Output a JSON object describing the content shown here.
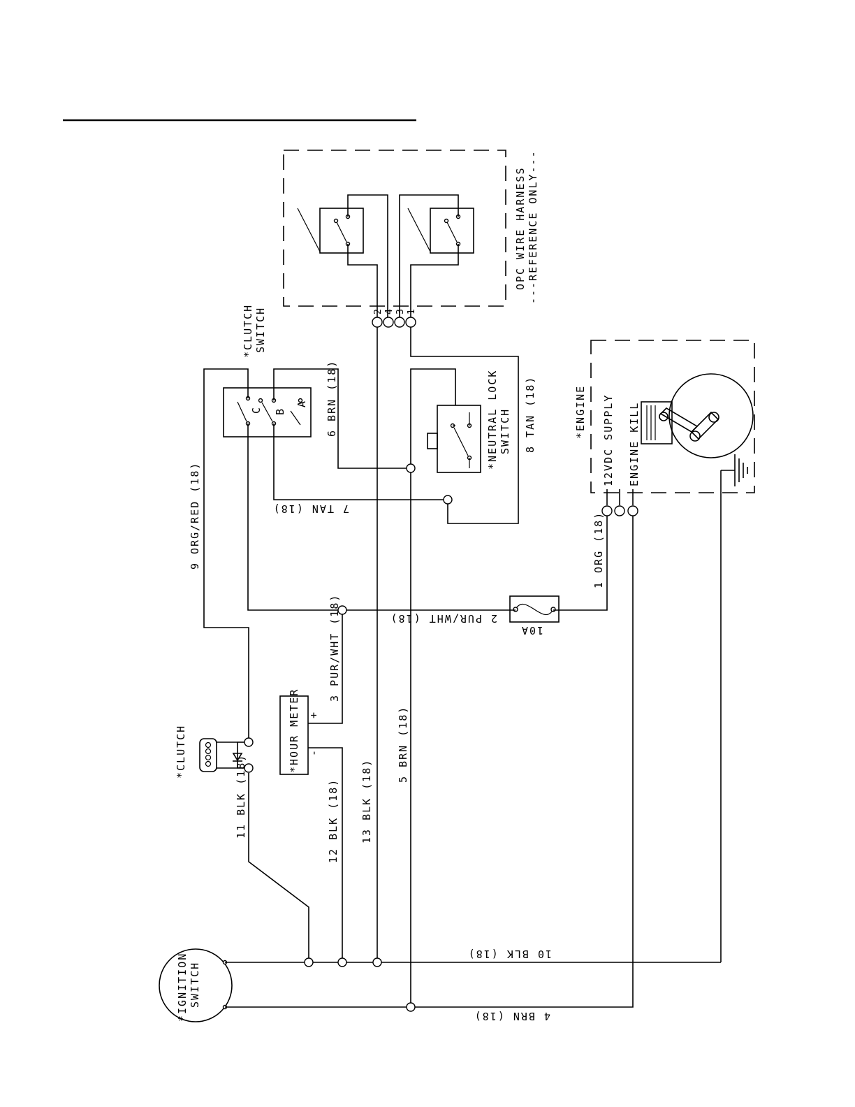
{
  "components": {
    "opc_harness": [
      "OPC WIRE HARNESS",
      "---REFERENCE ONLY---"
    ],
    "opc_pins": [
      "2",
      "4",
      "3",
      "1"
    ],
    "clutch_switch": [
      "*CLUTCH",
      "SWITCH"
    ],
    "clutch_switch_terminals": [
      "C",
      "B",
      "A"
    ],
    "neutral_lock": [
      "*NEUTRAL LOCK",
      "SWITCH"
    ],
    "engine": "*ENGINE",
    "engine_supply": "12VDC SUPPLY",
    "engine_kill": "ENGINE KILL",
    "clutch": "*CLUTCH",
    "hour_meter": "*HOUR METER",
    "hour_meter_plus": "+",
    "hour_meter_minus": "-",
    "fuse": "10A",
    "ignition": [
      "*IGNITION",
      "SWITCH"
    ]
  },
  "wires": {
    "w1": "1 ORG (18)",
    "w2": "2 PUR/WHT (18)",
    "w3": "3 PUR/WHT (18)",
    "w4": "4 BRN (18)",
    "w5": "5 BRN (18)",
    "w6": "6 BRN (18)",
    "w7": "7 TAN (18)",
    "w8": "8 TAN (18)",
    "w9": "9 ORG/RED (18)",
    "w10": "10 BLK (18)",
    "w11": "11 BLK (18)",
    "w12": "12 BLK (18)",
    "w13": "13 BLK (18)"
  }
}
